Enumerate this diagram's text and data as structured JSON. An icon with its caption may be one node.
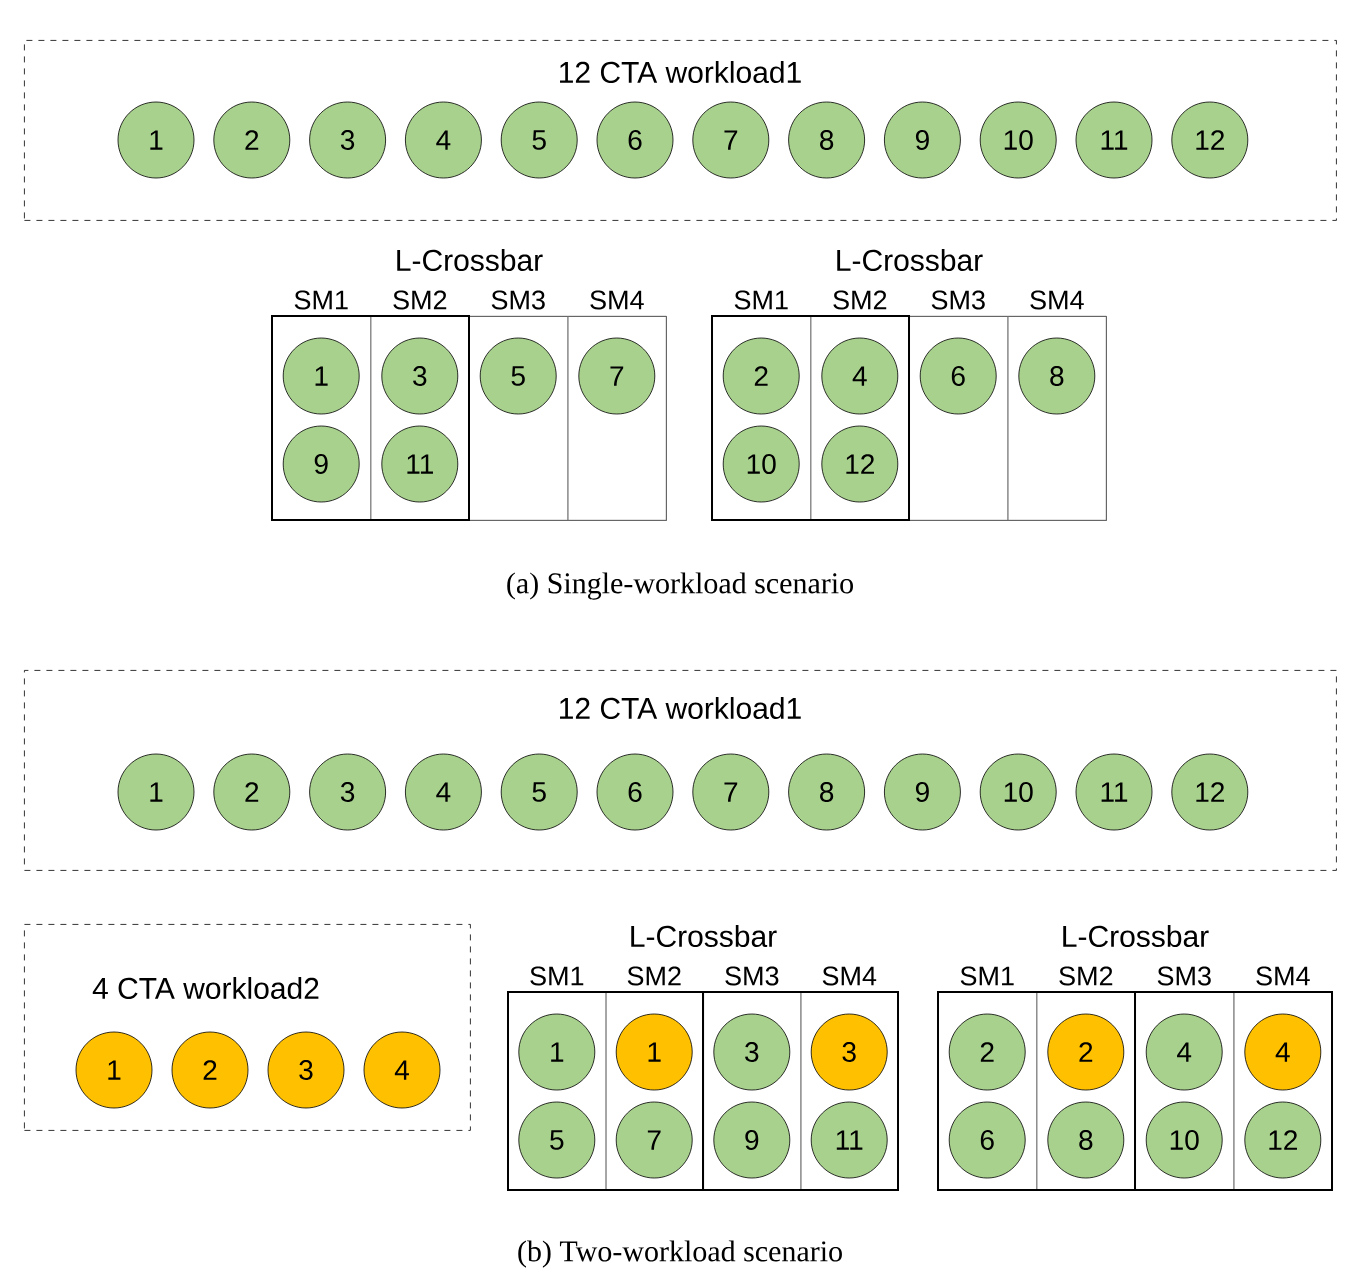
{
  "diagram": {
    "nodes": [
      {
        "text": [
          "12 CTA workload1"
        ]
      },
      {
        "text": [
          "1"
        ],
        "in": 0
      },
      {
        "text": [
          "2"
        ],
        "in": 0
      },
      {
        "text": [
          "3"
        ],
        "in": 0
      },
      {
        "text": [
          "4"
        ],
        "in": 0
      },
      {
        "text": [
          "5"
        ],
        "in": 0
      },
      {
        "text": [
          "6"
        ],
        "in": 0
      },
      {
        "text": [
          "7"
        ],
        "in": 0
      },
      {
        "text": [
          "8"
        ],
        "in": 0
      },
      {
        "text": [
          "9"
        ],
        "in": 0
      },
      {
        "text": [
          "10"
        ],
        "in": 0
      },
      {
        "text": [
          "11"
        ],
        "in": 0
      },
      {
        "text": [
          "12"
        ],
        "in": 0
      },
      {
        "text": [
          "L-Crossbar"
        ]
      },
      {
        "text": [
          "SM1"
        ],
        "in": 13
      },
      {
        "text": [
          "SM2"
        ],
        "in": 13
      },
      {
        "text": [
          "SM3"
        ],
        "in": 13
      },
      {
        "text": [
          "SM4"
        ],
        "in": 13
      },
      {
        "text": [
          "1"
        ],
        "in": 14
      },
      {
        "text": [
          "3"
        ],
        "in": 15
      },
      {
        "text": [
          "5"
        ],
        "in": 16
      },
      {
        "text": [
          "7"
        ],
        "in": 17
      },
      {
        "text": [
          "9"
        ],
        "in": 14
      },
      {
        "text": [
          "11"
        ],
        "in": 15
      },
      {
        "text": [
          "L-Crossbar"
        ]
      },
      {
        "text": [
          "SM1"
        ],
        "in": 24
      },
      {
        "text": [
          "SM2"
        ],
        "in": 24
      },
      {
        "text": [
          "SM3"
        ],
        "in": 24
      },
      {
        "text": [
          "SM4"
        ],
        "in": 24
      },
      {
        "text": [
          "2"
        ],
        "in": 25
      },
      {
        "text": [
          "4"
        ],
        "in": 26
      },
      {
        "text": [
          "6"
        ],
        "in": 27
      },
      {
        "text": [
          "8"
        ],
        "in": 28
      },
      {
        "text": [
          "10"
        ],
        "in": 25
      },
      {
        "text": [
          "12"
        ],
        "in": 26
      },
      {
        "text": [
          "12 CTA workload1"
        ]
      },
      {
        "text": [
          "1"
        ],
        "in": 35
      },
      {
        "text": [
          "2"
        ],
        "in": 35
      },
      {
        "text": [
          "3"
        ],
        "in": 35
      },
      {
        "text": [
          "4"
        ],
        "in": 35
      },
      {
        "text": [
          "5"
        ],
        "in": 35
      },
      {
        "text": [
          "6"
        ],
        "in": 35
      },
      {
        "text": [
          "7"
        ],
        "in": 35
      },
      {
        "text": [
          "8"
        ],
        "in": 35
      },
      {
        "text": [
          "9"
        ],
        "in": 35
      },
      {
        "text": [
          "10"
        ],
        "in": 35
      },
      {
        "text": [
          "11"
        ],
        "in": 35
      },
      {
        "text": [
          "12"
        ],
        "in": 35
      },
      {
        "text": [
          "4 CTA workload2"
        ]
      },
      {
        "text": [
          "1"
        ],
        "in": 48
      },
      {
        "text": [
          "2"
        ],
        "in": 48
      },
      {
        "text": [
          "3"
        ],
        "in": 48
      },
      {
        "text": [
          "4"
        ],
        "in": 48
      },
      {
        "text": [
          "L-Crossbar"
        ]
      },
      {
        "text": [
          "SM1"
        ],
        "in": 53
      },
      {
        "text": [
          "SM2"
        ],
        "in": 53
      },
      {
        "text": [
          "SM3"
        ],
        "in": 53
      },
      {
        "text": [
          "SM4"
        ],
        "in": 53
      },
      {
        "text": [
          "1"
        ],
        "in": 54
      },
      {
        "text": [
          "1"
        ],
        "in": 55
      },
      {
        "text": [
          "3"
        ],
        "in": 56
      },
      {
        "text": [
          "3"
        ],
        "in": 57
      },
      {
        "text": [
          "5"
        ],
        "in": 54
      },
      {
        "text": [
          "7"
        ],
        "in": 55
      },
      {
        "text": [
          "9"
        ],
        "in": 56
      },
      {
        "text": [
          "11"
        ],
        "in": 57
      },
      {
        "text": [
          "L-Crossbar"
        ]
      },
      {
        "text": [
          "SM1"
        ],
        "in": 66
      },
      {
        "text": [
          "SM2"
        ],
        "in": 66
      },
      {
        "text": [
          "SM3"
        ],
        "in": 66
      },
      {
        "text": [
          "SM4"
        ],
        "in": 66
      },
      {
        "text": [
          "2"
        ],
        "in": 67
      },
      {
        "text": [
          "2"
        ],
        "in": 68
      },
      {
        "text": [
          "4"
        ],
        "in": 69
      },
      {
        "text": [
          "4"
        ],
        "in": 70
      },
      {
        "text": [
          "6"
        ],
        "in": 67
      },
      {
        "text": [
          "8"
        ],
        "in": 68
      },
      {
        "text": [
          "10"
        ],
        "in": 69
      },
      {
        "text": [
          "12"
        ],
        "in": 70
      }
    ],
    "labels": [
      "(a) Single-workload scenario",
      "(b) Two-workload scenario"
    ]
  }
}
